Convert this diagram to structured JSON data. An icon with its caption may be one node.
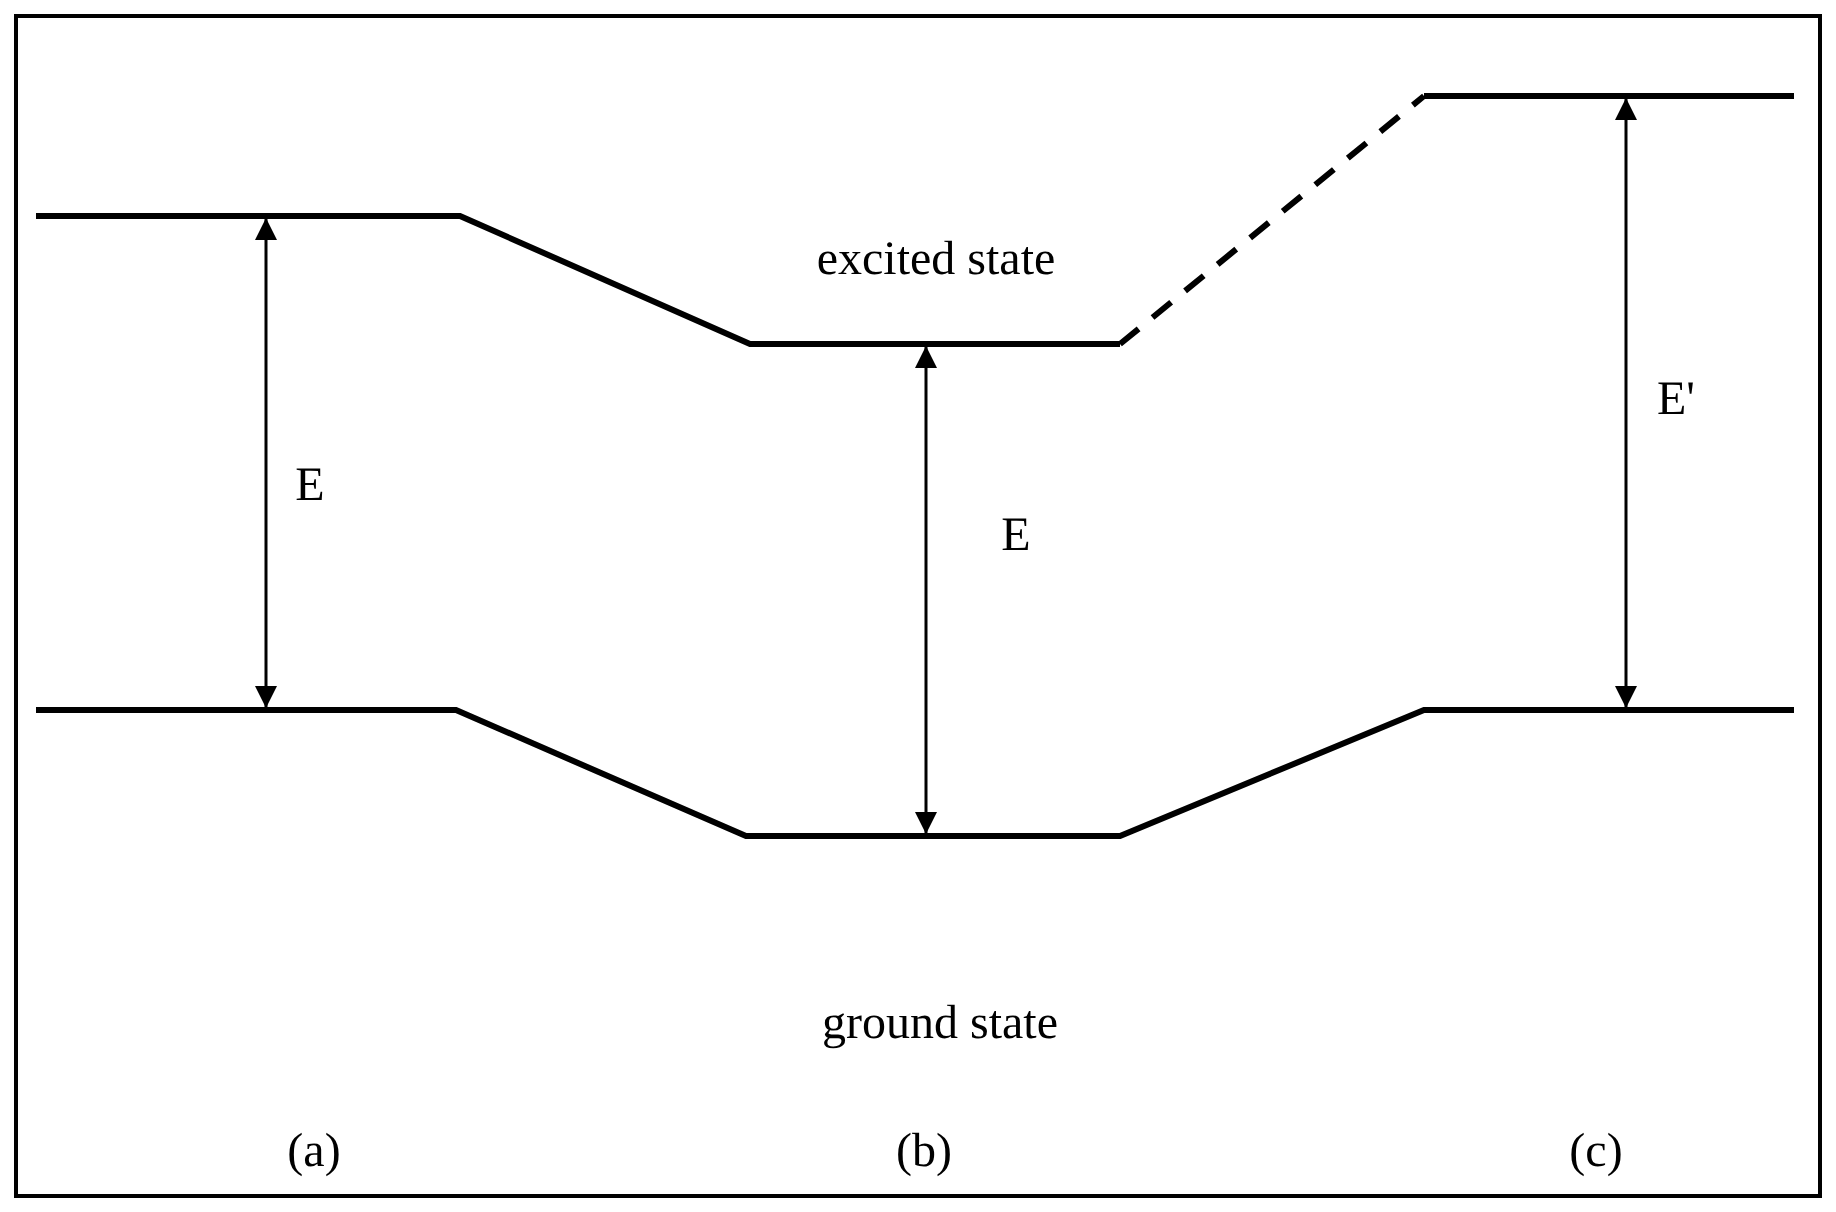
{
  "diagram": {
    "labels": [
      "excited state",
      "E'",
      "E",
      "E",
      "ground state",
      "(a)",
      "(b)",
      "(c)"
    ]
  }
}
